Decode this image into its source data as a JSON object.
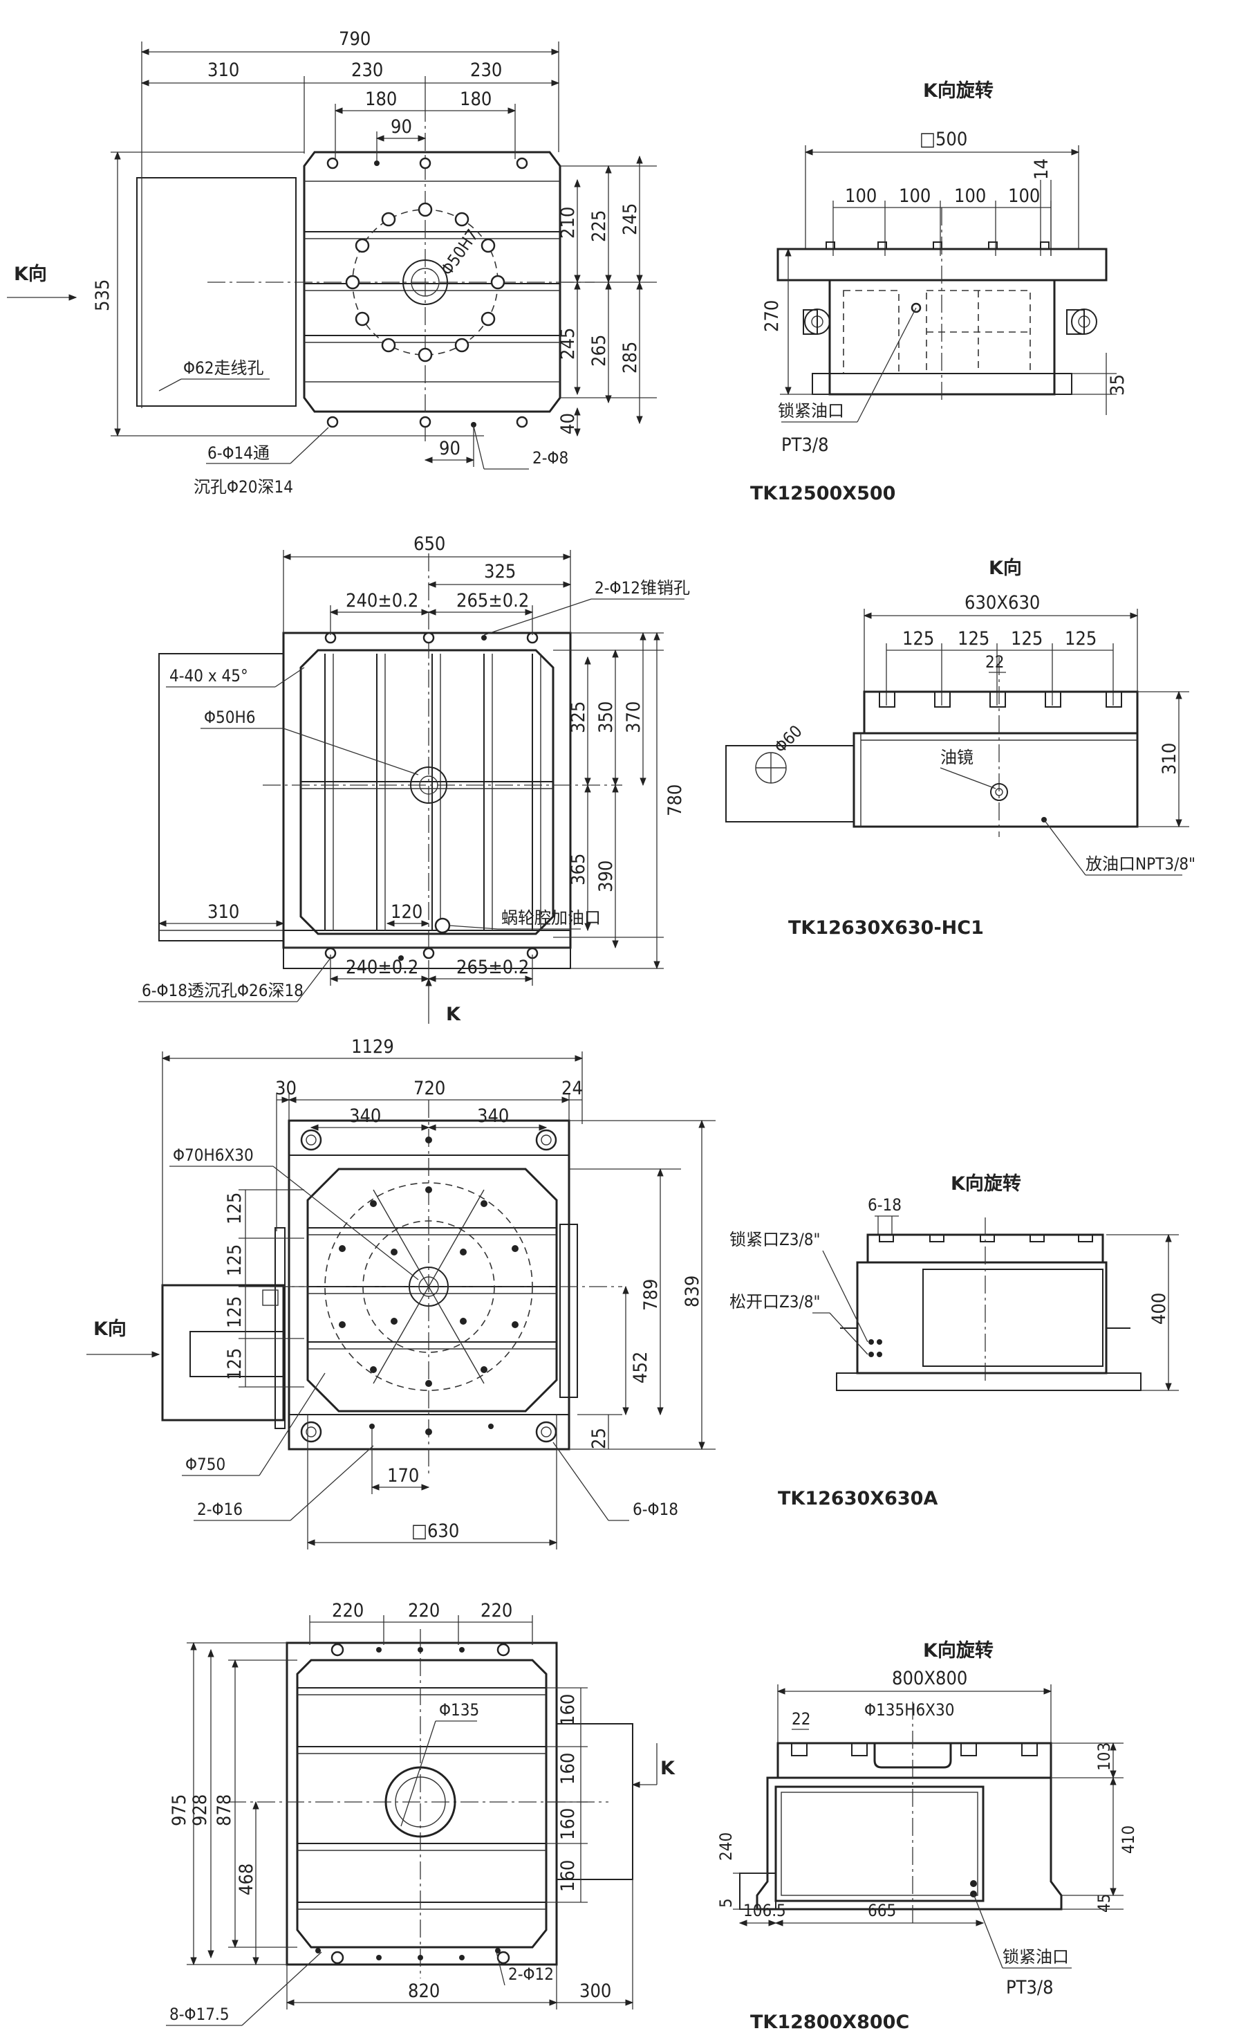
{
  "drawing_1": {
    "model": "TK12500X500",
    "k_view_label": "K向",
    "k_rotate_label": "K向旋转",
    "dims": {
      "overall_width": "790",
      "left_offset": "310",
      "half_a": "230",
      "half_b": "230",
      "inner_a": "180",
      "inner_b": "180",
      "center_90": "90",
      "height_total": "535",
      "r210": "210",
      "r225": "225",
      "r245": "245",
      "r245b": "245",
      "r265": "265",
      "r285": "285",
      "bottom_40": "40",
      "bottom_90": "90",
      "phi_50": "Φ50H7",
      "side_table": "□500",
      "slot_14": "14",
      "pitch": [
        "100",
        "100",
        "100",
        "100"
      ],
      "side_height": "270",
      "side_foot": "35"
    },
    "notes": {
      "wire_hole": "Φ62走线孔",
      "holes_6": "6-Φ14通",
      "counterbore": "沉孔Φ20深14",
      "holes_2": "2-Φ8",
      "clamp_port": "锁紧油口",
      "port_thread": "PT3/8"
    }
  },
  "drawing_2": {
    "model": "TK12630X630-HC1",
    "k_view_label": "K向",
    "k_label": "K",
    "dims": {
      "overall_width": "650",
      "half": "325",
      "pos_a": "240±0.2",
      "pos_b": "265±0.2",
      "pos_a_bottom": "240±0.2",
      "pos_b_bottom": "265±0.2",
      "r325": "325",
      "r350": "350",
      "r370": "370",
      "r365": "365",
      "r390": "390",
      "height_total": "780",
      "left_310": "310",
      "bottom_120": "120",
      "chamfer": "4-40 x 45°",
      "phi_center": "Φ50H6",
      "side_table": "630X630",
      "pitch": [
        "125",
        "125",
        "125",
        "125"
      ],
      "slot_22": "22",
      "motor_phi": "Φ60",
      "side_height": "310"
    },
    "notes": {
      "pin_holes": "2-Φ12锥销孔",
      "worm_oil": "蜗轮腔加油口",
      "holes_6": "6-Φ18透沉孔Φ26深18",
      "oil_mirror": "油镜",
      "drain_port": "放油口NPT3/8\""
    }
  },
  "drawing_3": {
    "model": "TK12630X630A",
    "k_view_label": "K向",
    "k_rotate_label": "K向旋转",
    "dims": {
      "overall_width": "1129",
      "left_30": "30",
      "main_720": "720",
      "right_24": "24",
      "half_a": "340",
      "half_b": "340",
      "phi_70": "Φ70H6X30",
      "pitch_v": [
        "125",
        "125",
        "125",
        "125"
      ],
      "r789": "789",
      "r839": "839",
      "r452": "452",
      "r25": "25",
      "phi_750": "Φ750",
      "bottom_170": "170",
      "square_630": "□630",
      "slot_6_18": "6-18",
      "side_height": "400"
    },
    "notes": {
      "holes_2": "2-Φ16",
      "holes_6": "6-Φ18",
      "clamp_port": "锁紧口Z3/8\"",
      "release_port": "松开口Z3/8\""
    }
  },
  "drawing_4": {
    "model": "TK12800X800C",
    "k_label": "K",
    "k_rotate_label": "K向旋转",
    "dims": {
      "pitch_top": [
        "220",
        "220",
        "220"
      ],
      "phi_135": "Φ135",
      "r975": "975",
      "r928": "928",
      "r878": "878",
      "r468": "468",
      "slots_v": [
        "160",
        "160",
        "160",
        "160"
      ],
      "bottom_820": "820",
      "right_300": "300",
      "side_table": "800X800",
      "slot_22": "22",
      "center_bore": "Φ135H6X30",
      "r103": "103",
      "r410": "410",
      "r45": "45",
      "r240": "240",
      "r5": "5",
      "left_106": "106.5",
      "base_665": "665"
    },
    "notes": {
      "holes_8": "8-Φ17.5",
      "holes_2": "2-Φ12",
      "clamp_port": "锁紧油口",
      "port_thread": "PT3/8"
    }
  }
}
